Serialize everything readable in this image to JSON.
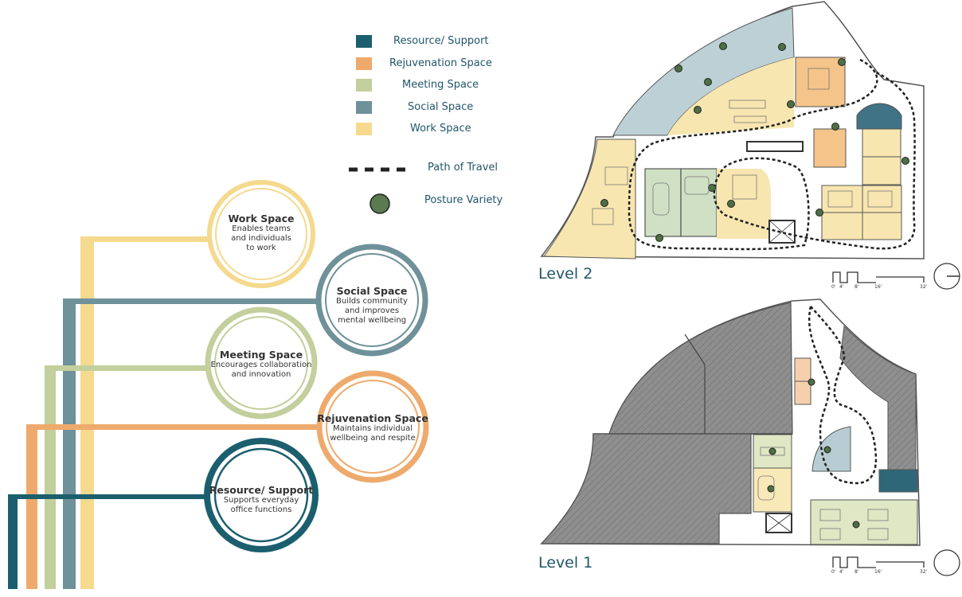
{
  "legend": {
    "items": [
      {
        "label": "Resource/ Support",
        "color": "#1b5f6e"
      },
      {
        "label": "Rejuvenation Space",
        "color": "#eeaa6c"
      },
      {
        "label": "Meeting Space",
        "color": "#c3cf9c"
      },
      {
        "label": "Social Space",
        "color": "#6e919a"
      },
      {
        "label": "Work Space",
        "color": "#f5d98e"
      }
    ],
    "path_label": "Path of Travel",
    "posture_label": "Posture Variety"
  },
  "spaces": [
    {
      "title": "Work Space",
      "desc": [
        "Enables teams",
        "and individuals",
        "to work"
      ],
      "color": "#f5d98e"
    },
    {
      "title": "Social Space",
      "desc": [
        "Builds community",
        "and improves",
        "mental wellbeing"
      ],
      "color": "#6e919a"
    },
    {
      "title": "Meeting Space",
      "desc": [
        "Encourages collaboration",
        "and innovation"
      ],
      "color": "#c3cf9c"
    },
    {
      "title": "Rejuvenation Space",
      "desc": [
        "Maintains individual",
        "wellbeing and respite"
      ],
      "color": "#eeaa6c"
    },
    {
      "title": "Resource/ Support",
      "desc": [
        "Supports everyday",
        "office functions"
      ],
      "color": "#1b5f6e"
    }
  ],
  "plans": {
    "level2": {
      "label": "Level 2"
    },
    "level1": {
      "label": "Level 1"
    },
    "scale_ticks": [
      "0'",
      "4'",
      "8'",
      "16'",
      "32'"
    ]
  },
  "colors": {
    "accent_text": "#22566a",
    "posture_dot": "#4d6f45",
    "hatch_gray": "#8a8a8a",
    "wall": "#555555"
  }
}
